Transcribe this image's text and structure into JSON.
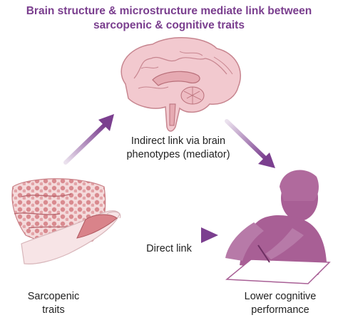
{
  "title": {
    "line1": "Brain structure & microstructure mediate link between",
    "line2": "sarcopenic & cognitive traits"
  },
  "labels": {
    "indirect_line1": "Indirect link via brain",
    "indirect_line2": "phenotypes (mediator)",
    "direct": "Direct link",
    "sarcopenic_line1": "Sarcopenic",
    "sarcopenic_line2": "traits",
    "lower_line1": "Lower cognitive",
    "lower_line2": "performance"
  },
  "colors": {
    "title": "#7a3e8e",
    "arrow": "#7b3f8f",
    "brain_fill": "#f2c9cf",
    "brain_line": "#c7858f",
    "person": "#a85f95",
    "muscle": "#d9838a",
    "text": "#222222"
  },
  "icons": [
    "brain-illustration",
    "muscle-arm-illustration",
    "person-writing-illustration"
  ]
}
